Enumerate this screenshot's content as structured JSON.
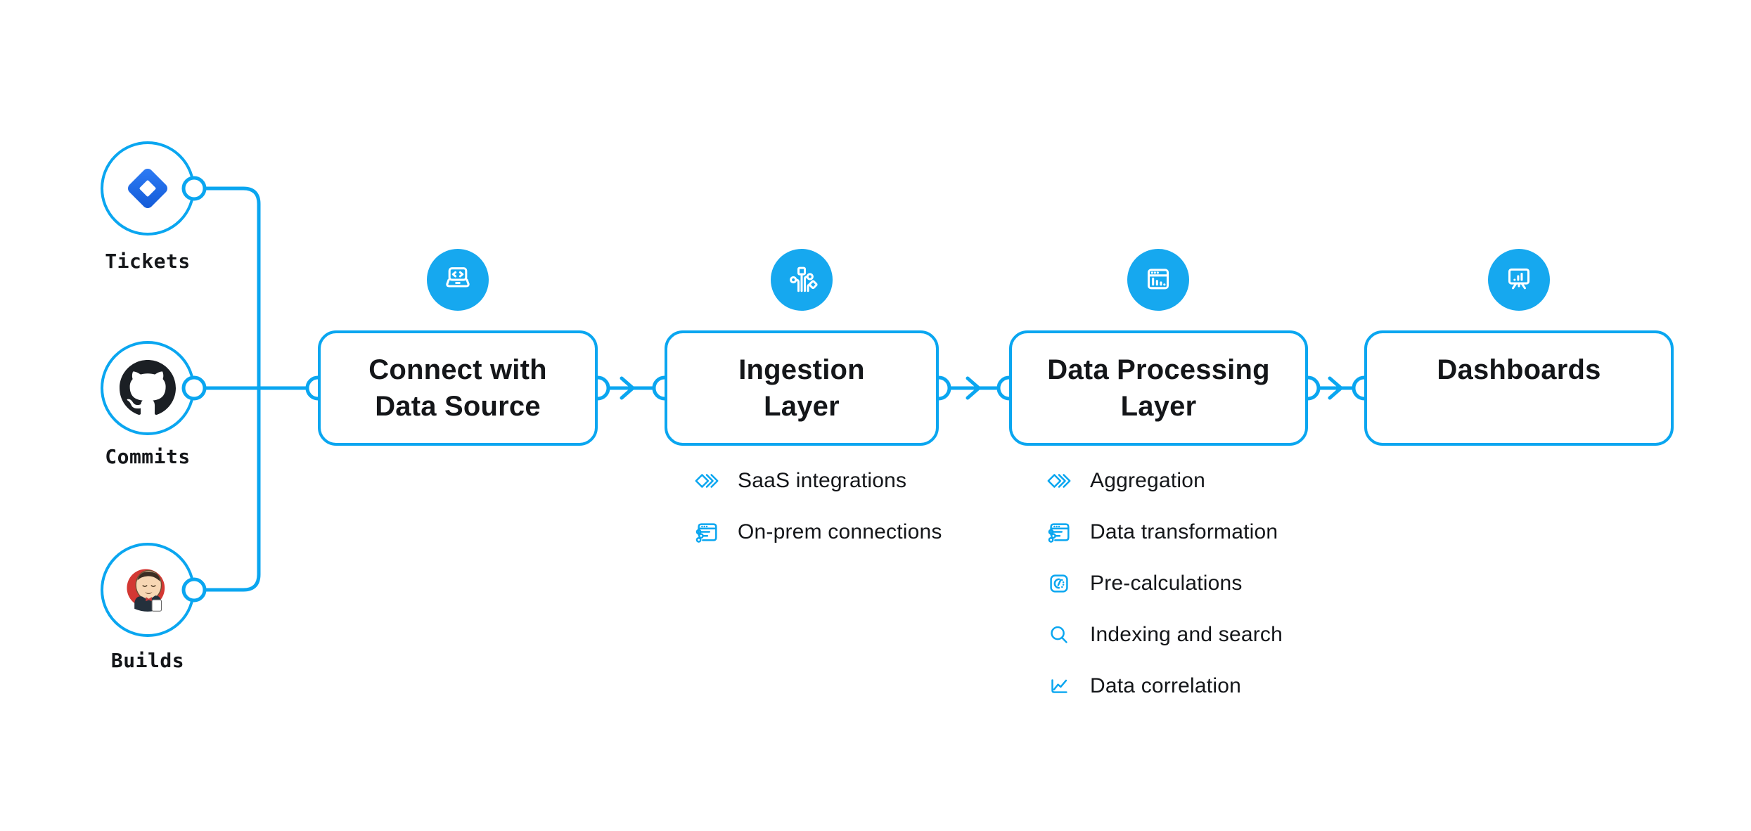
{
  "palette": {
    "line_blue": "#0aa6f0",
    "badge_circle_blue": "#16a8ef",
    "text_dark": "#141619",
    "jira_blue_start": "#2f7df6",
    "jira_blue_end": "#1259d6",
    "github_black": "#1b1f24",
    "jenkins_red": "#d33833",
    "background": "#ffffff"
  },
  "sources": [
    {
      "label": "Tickets",
      "icon": "jira-icon"
    },
    {
      "label": "Commits",
      "icon": "github-icon"
    },
    {
      "label": "Builds",
      "icon": "jenkins-icon"
    }
  ],
  "stages": [
    {
      "title_lines": [
        "Connect with",
        "Data Source"
      ],
      "icon": "laptop-code-icon",
      "items": []
    },
    {
      "title_lines": [
        "Ingestion",
        "Layer"
      ],
      "icon": "circuit-icon",
      "items": [
        {
          "label": "SaaS integrations",
          "icon": "layers-diamonds-icon"
        },
        {
          "label": "On-prem connections",
          "icon": "window-sliders-icon"
        }
      ]
    },
    {
      "title_lines": [
        "Data Processing",
        "Layer"
      ],
      "icon": "window-chart-icon",
      "items": [
        {
          "label": "Aggregation",
          "icon": "layers-diamonds-icon"
        },
        {
          "label": "Data transformation",
          "icon": "window-sliders-icon"
        },
        {
          "label": "Pre-calculations",
          "icon": "gauge-icon"
        },
        {
          "label": "Indexing and search",
          "icon": "search-icon"
        },
        {
          "label": "Data correlation",
          "icon": "line-chart-icon"
        }
      ]
    },
    {
      "title_lines": [
        "Dashboards"
      ],
      "icon": "presentation-chart-icon",
      "items": []
    }
  ]
}
